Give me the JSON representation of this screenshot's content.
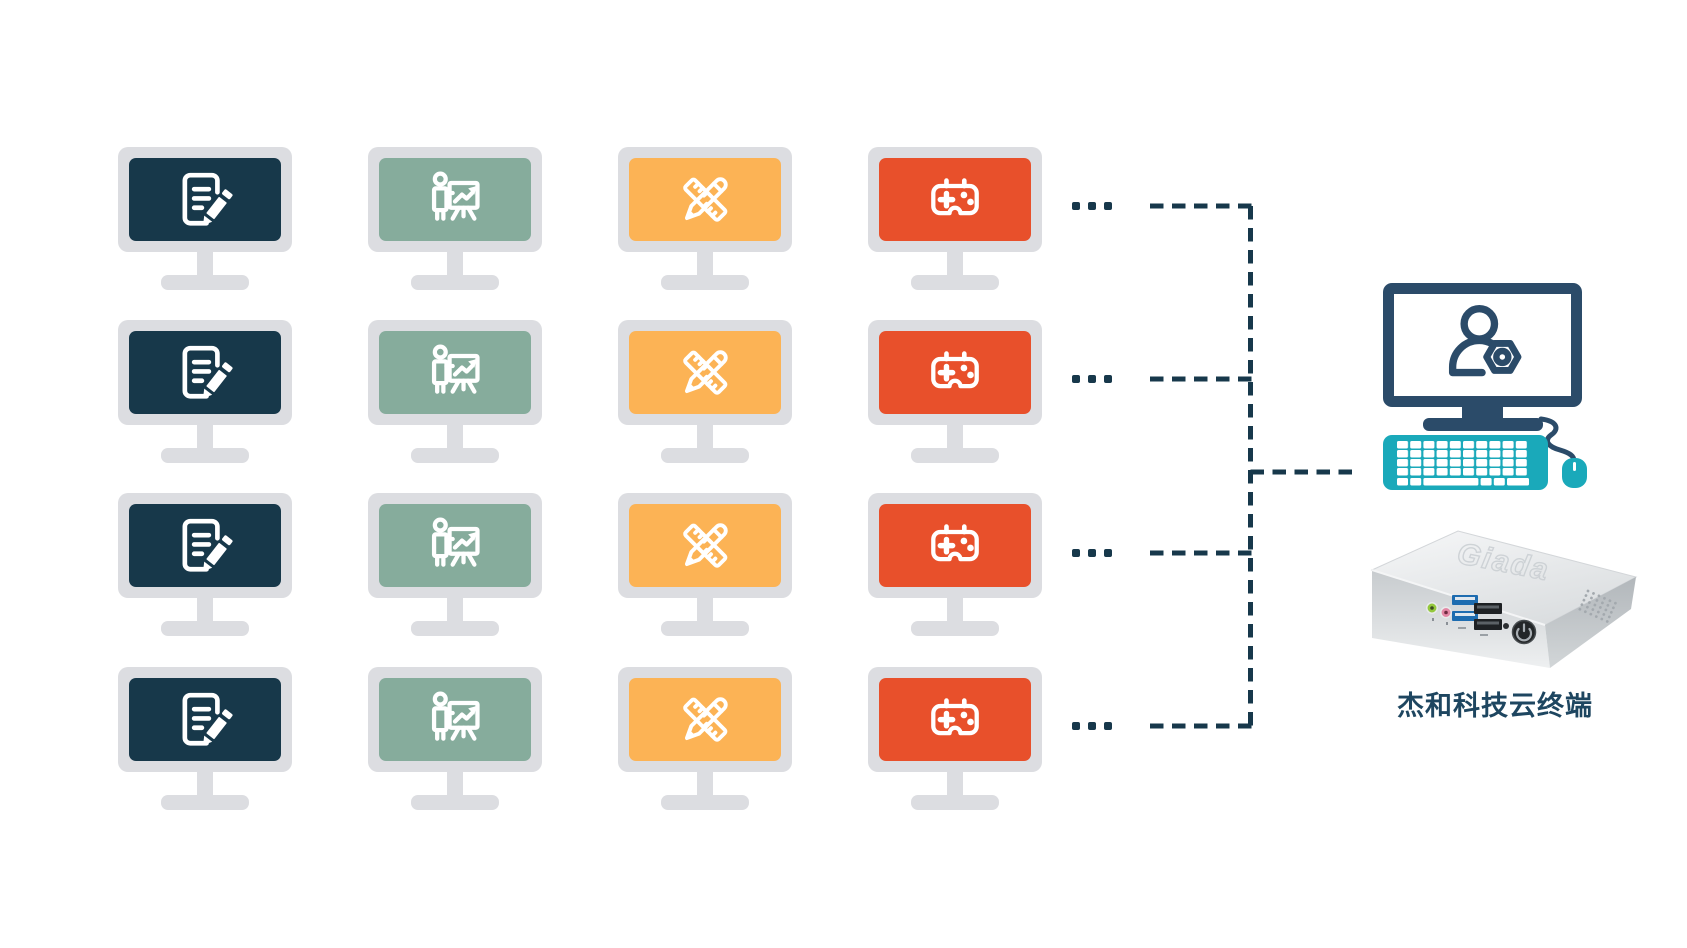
{
  "diagram": {
    "description": "Cloud terminal topology: rows of task-specific workstation monitors linked by dashed connectors to a cloud terminal client setup",
    "workstation_grid": {
      "rows": 4,
      "row_ellipsis": "...",
      "bezel_color": "#DCDDE1",
      "columns": [
        {
          "id": "documents",
          "icon": "document-edit-icon",
          "screen_color": "#17384A"
        },
        {
          "id": "presentation",
          "icon": "presentation-chart-icon",
          "screen_color": "#86AC9C"
        },
        {
          "id": "design",
          "icon": "ruler-pencil-icon",
          "screen_color": "#FCB355"
        },
        {
          "id": "gaming",
          "icon": "gamepad-icon",
          "screen_color": "#E8502B"
        }
      ]
    },
    "connectors": {
      "style": "dashed",
      "color": "#17384B"
    },
    "client": {
      "monitor": {
        "icon": "user-gear-icon",
        "frame_color": "#2B4B69"
      },
      "keyboard_color": "#1AA9BA",
      "mouse_color": "#1AA9BA",
      "device": {
        "type": "mini-pc",
        "top_logo": "Giada",
        "label": "杰和科技云终端",
        "label_color": "#1E4660"
      }
    }
  }
}
